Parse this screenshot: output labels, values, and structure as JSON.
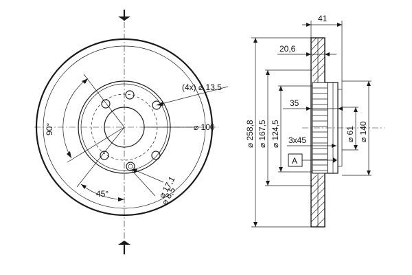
{
  "front_view": {
    "bolt_holes": "(4x) ⌀ 13,5",
    "hub_bore": "⌀ 100",
    "angle_vertical": "90°",
    "angle_diagonal": "45°",
    "small_hole_1": "⌀ 17,1",
    "small_hole_2": "⌀ 8,5"
  },
  "side_view": {
    "overall_thickness": "41",
    "disc_thickness": "20,6",
    "outer_diameter": "⌀ 258,8",
    "inner_diameter_1": "⌀ 167,5",
    "inner_diameter_2": "⌀ 124,5",
    "hat_depth": "35",
    "chamfer": "3x45",
    "center_bore": "⌀ 61",
    "pitch_diameter": "⌀ 140",
    "datum_label": "A"
  }
}
